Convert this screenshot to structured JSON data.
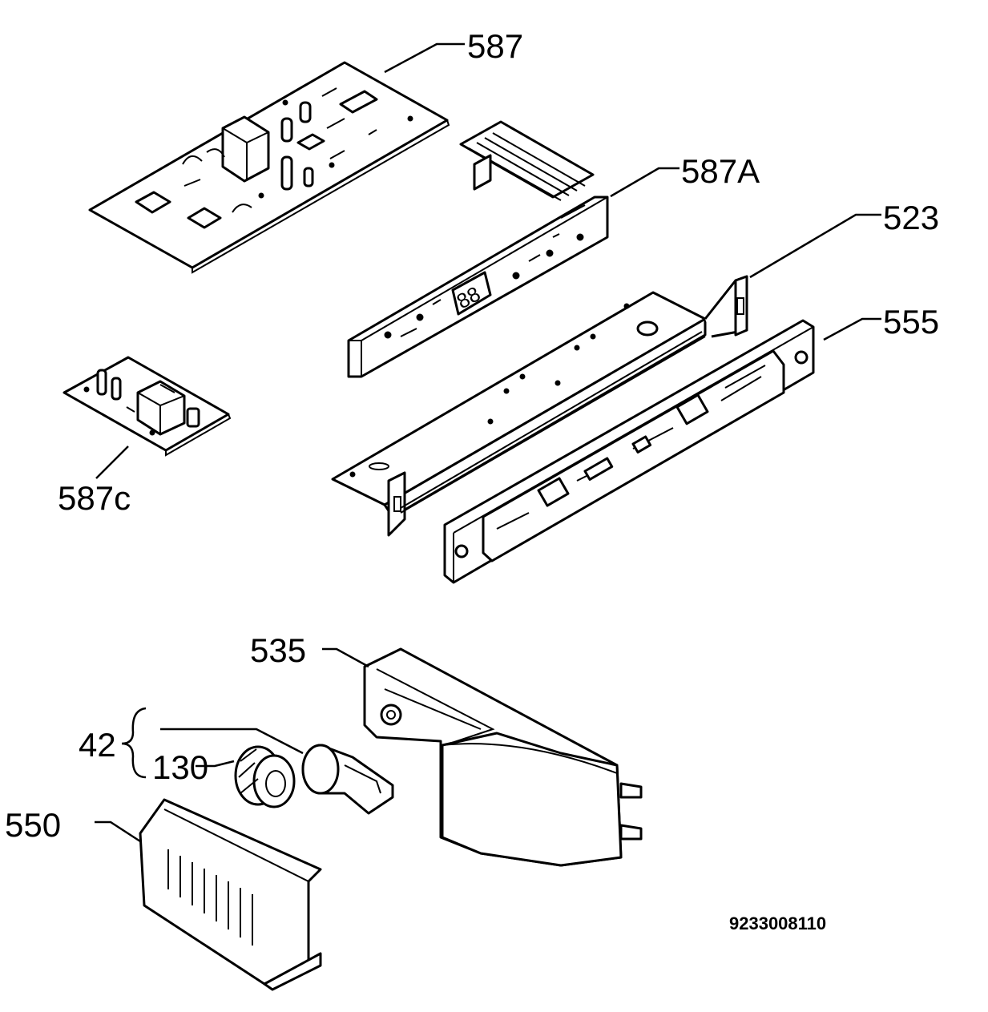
{
  "diagram": {
    "labels": {
      "l587": "587",
      "l587A": "587A",
      "l523": "523",
      "l555": "555",
      "l587c": "587c",
      "l535": "535",
      "l42": "42",
      "l130": "130",
      "l550": "550"
    },
    "drawing_code": "9233008110"
  }
}
